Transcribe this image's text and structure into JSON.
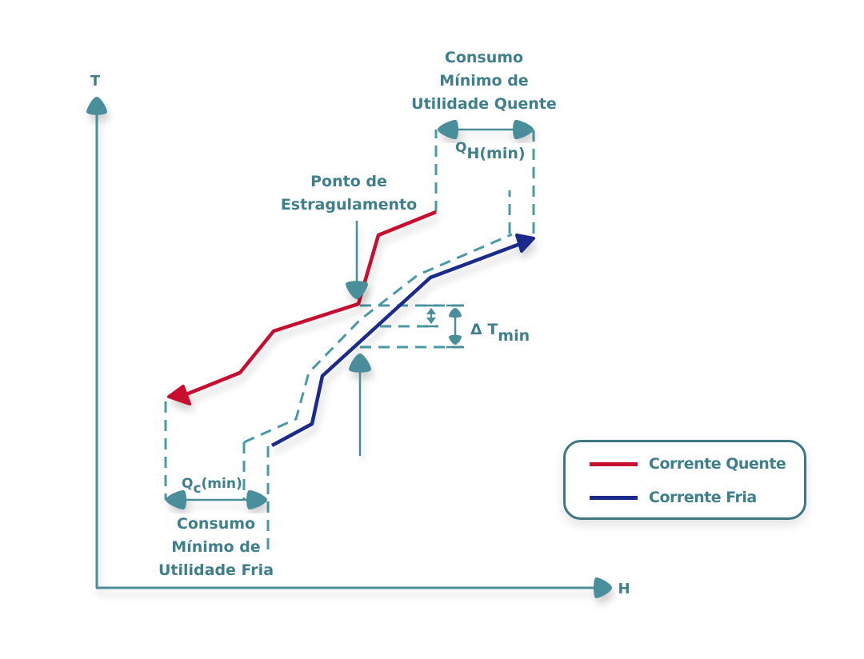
{
  "axes": {
    "y_label": "T",
    "x_label": "H"
  },
  "annotations": {
    "hot_utility": [
      "Consumo",
      "Mínimo de",
      "Utilidade Quente"
    ],
    "qh_main": "Q",
    "qh_sub": "H(min)",
    "pinch": [
      "Ponto de",
      "Estragulamento"
    ],
    "delta_main": "Δ T",
    "delta_sub": "min",
    "qc_main": "Q",
    "qc_sub": "c",
    "qc_suffix": "(min)",
    "cold_utility": [
      "Consumo",
      "Mínimo de",
      "Utilidade Fria"
    ]
  },
  "legend": {
    "items": [
      {
        "label": "Corrente Quente",
        "color": "#c8102e"
      },
      {
        "label": "Corrente Fria",
        "color": "#1a2a8c"
      }
    ]
  },
  "colors": {
    "accent": "#4a8e9a",
    "hot": "#c8102e",
    "cold": "#1a2a8c",
    "text": "#3f7f8c"
  },
  "chart_data": {
    "type": "line",
    "title": "",
    "xlabel": "H",
    "ylabel": "T",
    "series": [
      {
        "name": "Corrente Quente",
        "role": "hot composite curve",
        "x": [
          0,
          2.2,
          3.2,
          5.5,
          6.0,
          8.2
        ],
        "y": [
          0.5,
          1.3,
          3.0,
          3.8,
          5.4,
          6.3
        ]
      },
      {
        "name": "Corrente Fria",
        "role": "cold composite curve",
        "x": [
          3.0,
          4.2,
          5.0,
          6.5,
          10.4
        ],
        "y": [
          -1.8,
          -1.0,
          1.0,
          3.4,
          5.8
        ]
      }
    ]
  }
}
